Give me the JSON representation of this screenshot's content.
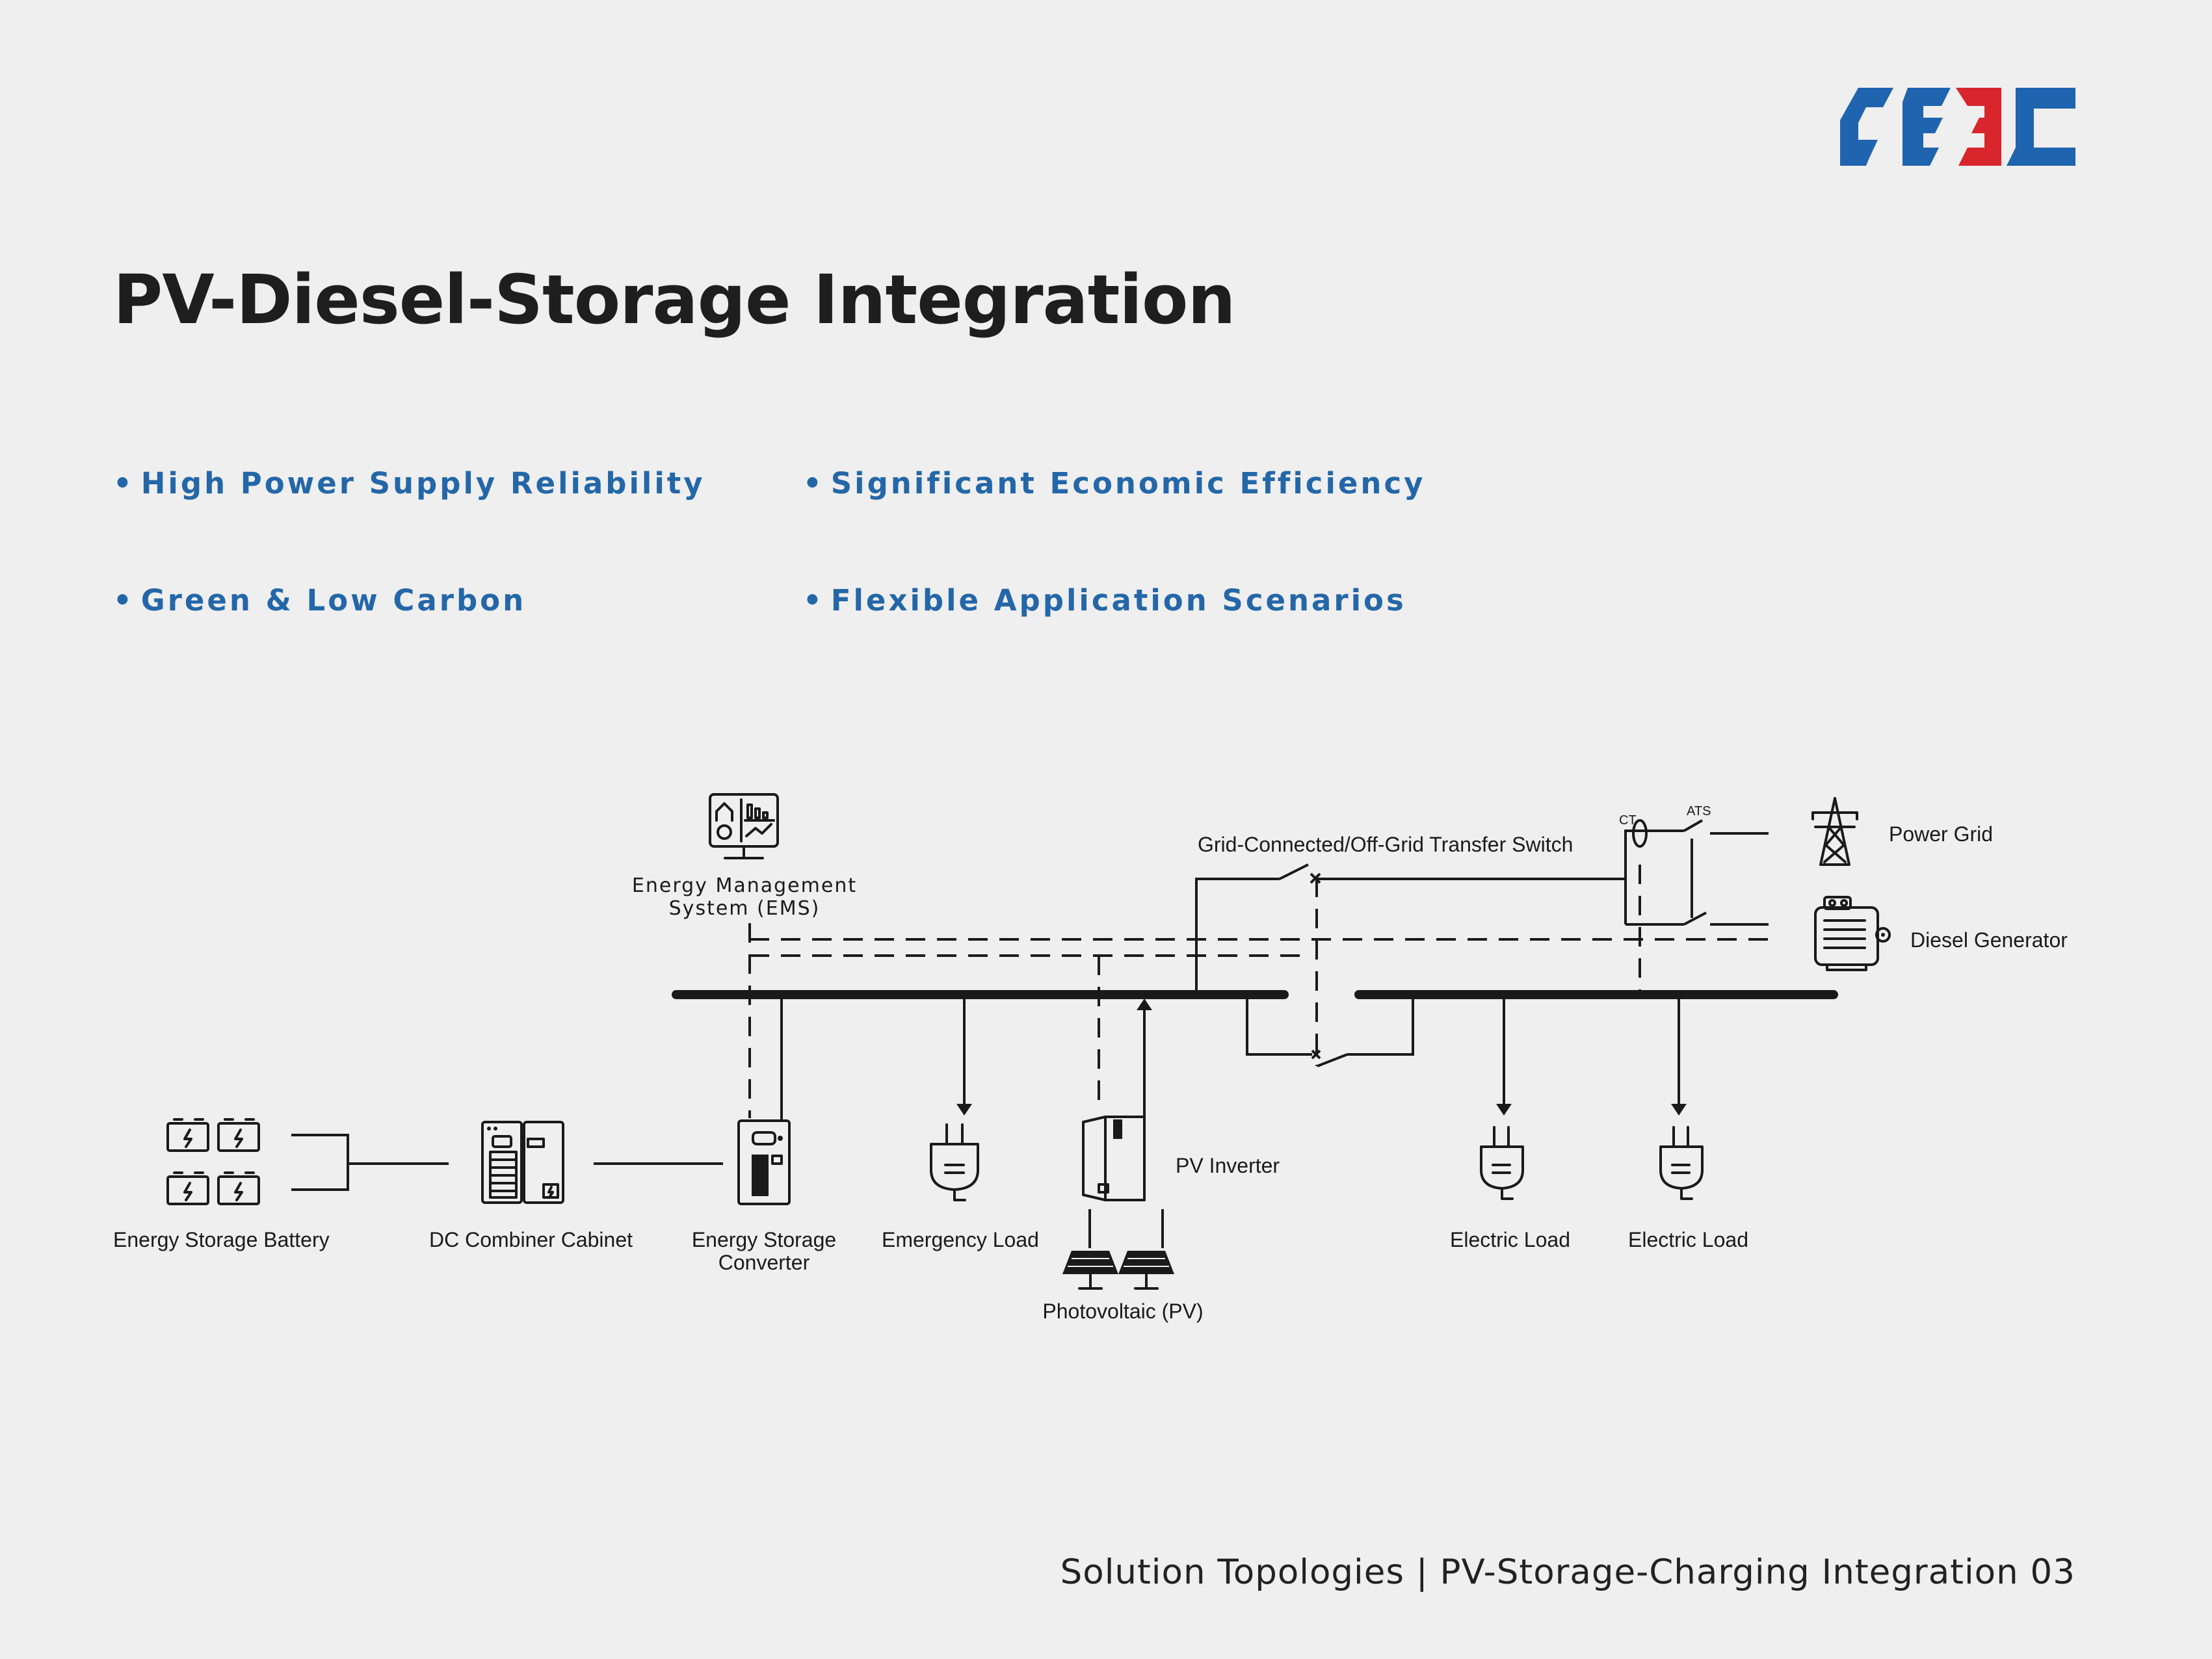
{
  "brand": {
    "colors": {
      "blue": "#1f64ae",
      "red": "#d8262c",
      "bullet": "#2467a8"
    }
  },
  "title": "PV-Diesel-Storage Integration",
  "features": [
    "High Power Supply Reliability",
    "Significant Economic Efficiency",
    "Green & Low Carbon",
    "Flexible Application Scenarios"
  ],
  "bullet_glyph": "•",
  "diagram": {
    "ems": {
      "line1": "Energy Management",
      "line2": "System (EMS)"
    },
    "transfer_switch": "Grid-Connected/Off-Grid Transfer Switch",
    "ct": "CT",
    "ats": "ATS",
    "power_grid": "Power Grid",
    "diesel_generator": "Diesel Generator",
    "battery": "Energy Storage Battery",
    "dc_combiner": "DC Combiner Cabinet",
    "converter": {
      "line1": "Energy Storage",
      "line2": "Converter"
    },
    "emergency_load": "Emergency Load",
    "pv_inverter": "PV Inverter",
    "pv": "Photovoltaic (PV)",
    "electric_load_1": "Electric Load",
    "electric_load_2": "Electric Load"
  },
  "footer": "Solution Topologies | PV-Storage-Charging Integration 03"
}
